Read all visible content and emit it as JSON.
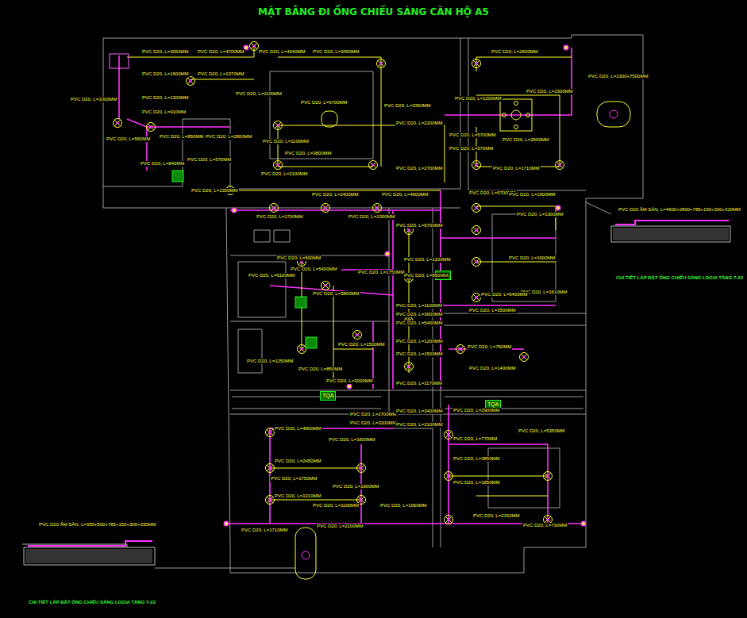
{
  "diagram": {
    "title": "MẶT BẰNG ĐI ỐNG CHIẾU SÁNG CĂN HỘ A5",
    "nodes": [
      {
        "text": [
          "TQA"
        ]
      },
      {
        "text": [
          "TQA"
        ]
      },
      {
        "text": [
          "TQA"
        ]
      }
    ],
    "labels": [
      "PVC D20, L=3050MM",
      "PVC D20, L=1600MM",
      "PVC D20, L=4700MM",
      "PVC D20, L=1370MM",
      "PVC D20, L=4340MM",
      "PVC D20, L=3450MM",
      "PVC D20, L=1100MM",
      "PVC D20, L=1000MM",
      "PVC D20, L=1300MM",
      "PVC D20, L=910MM",
      "PVC D20, L=6700MM",
      "PVC D20, L=3350MM",
      "PVC D20, L=2200MM",
      "PVC D20, L=2600MM",
      "PVC D20, L=1300+7500MM",
      "PVC D20, L=1200MM",
      "PVC D20, L=2300MM",
      "PVC D20, L=1100MM",
      "PVC D20, L=3800MM",
      "PVC D20, L=2100MM",
      "PVC D20, L=2700MM",
      "PVC D20, L=560MM",
      "PVC D20, L=850MM",
      "PVC D20, L=2800MM",
      "PVC D20, L=840MM",
      "PVC D20, L=570MM",
      "PVC D20, L=1350MM",
      "PVC D20, L=1700MM",
      "PVC D20, L=2400MM",
      "PVC D20, L=4600MM",
      "PVC D20, L=1300MM",
      "PVC D20, L=6700MM",
      "PVC D20, L=5700MM",
      "PVC D20, L=570MM",
      "PVC D20, L=1710MM",
      "PVC D20, L=2500MM",
      "PVC D20, L=5700MM",
      "PVC D20, L=1900MM",
      "PVC D20, L=1300MM",
      "PVC D20, L=1600MM",
      "PVC D20, L=1610MM",
      "PVC D20, L=6400MM",
      "PVC D20, L=3500MM",
      "PVC D20, L=760MM",
      "PVC D20, L=1400MM",
      "PVC D20, L=600MM",
      "PVC D20, L=5400MM",
      "PVC D20, L=1750MM",
      "PVC D20, L=6100MM",
      "PVC D20, L=3800MM",
      "PVC D20, L=1200MM",
      "PVC D20, L=850MM",
      "PVC D20, L=1100MM",
      "PVC D20, L=3600MM",
      "PVC D20, L=5400MM",
      "PVC D20, L=1200MM",
      "PVC D20, L=1500MM",
      "PVC D20, L=1170MM",
      "PVC D20, L=1500MM",
      "PVC D20, L=1250MM",
      "PVC D20, L=850MM",
      "PVC D20, L=3000MM",
      "PVC D20, L=2700MM",
      "PVC D20, L=3200MM",
      "PVC D20, L=3400MM",
      "PVC D20, L=2100MM",
      "PVC D20, L=4900MM",
      "PVC D20, L=1600MM",
      "PVC D20, L=2450MM",
      "PVC D20, L=1750MM",
      "PVC D20, L=1900MM",
      "PVC D20, L=1310MM",
      "PVC D20, L=1100MM",
      "PVC D20, L=1060MM",
      "PVC D20, L=1710MM",
      "PVC D20, L=2100MM",
      "PVC D20, L=770MM",
      "PVC D20, L=3850MM",
      "PVC D20, L=5350MM",
      "PVC D20, L=1850MM",
      "PVC D20, L=2150MM",
      "PVC D20, L=730MM",
      "PVC D20, L=2900MM",
      "PVC D20 ÂM SÀN, L=350+500+785+150+300+330MM",
      "CHI TIẾT LẮP ĐẶT ỐNG CHIẾU SÁNG LOGIA TẦNG 7-22",
      "PVC D20 ÂM SÀN, L=4600+2800+785+150+300+320MM",
      "CHI TIẾT LẮP ĐẶT ỐNG CHIẾU SÁNG LOGIA TẦNG 7-22"
    ]
  }
}
